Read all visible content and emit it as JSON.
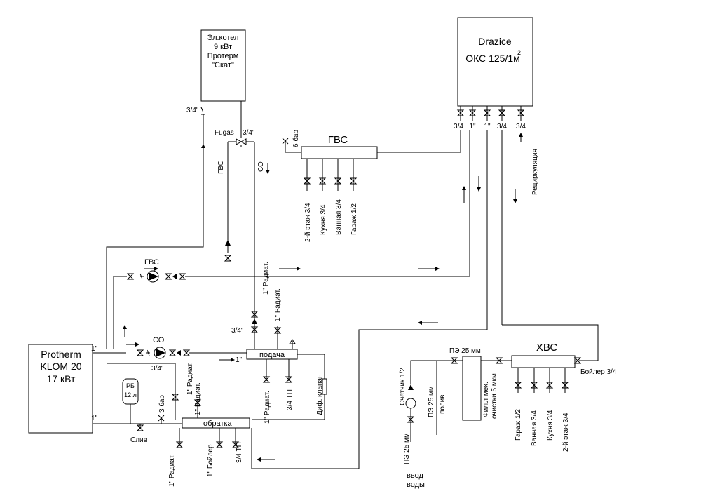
{
  "boiler_electric": {
    "line1": "Эл.котел",
    "line2": "9 кВт",
    "line3": "Протерм",
    "line4": "\"Скат\""
  },
  "boiler_gas": {
    "line1": "Protherm",
    "line2": "KLOM 20",
    "line3": "17 кВт"
  },
  "tank": {
    "line1": "Drazice",
    "line2": "ОКС 125/1м",
    "sup": "2"
  },
  "manifolds": {
    "gvs": "ГВС",
    "hvs": "ХВС",
    "supply": "подача",
    "return": "обратка"
  },
  "labels": {
    "size_3_4_q": "3/4\"",
    "size_1_q": "1\"",
    "size_3_4": "3/4",
    "fugas": "Fugas",
    "gvs": "ГВС",
    "so": "СО",
    "pressure_6": "6 бар",
    "pressure_3": "3 бар",
    "rb_name": "РБ",
    "rb_volume": "12 л",
    "drain": "Слив",
    "diff_valve": "Диф. клапан",
    "recirculation": "Рециркуляция",
    "pe_25": "ПЭ 25 мм",
    "irrigation": "полив",
    "meter": "Счетчик 1/2",
    "filter": "Фильт мех.",
    "filter2": "очистки 5 мкм",
    "boiler_3_4": "Бойлер 3/4",
    "water_in1": "ввод",
    "water_in2": "воды",
    "radiator_1": "1\" Радиат.",
    "tp_3_4": "3/4 ТП",
    "boiler_1": "1\" Бойлер"
  },
  "gvs_outlets": [
    "2-й этаж 3/4",
    "Кухня 3/4",
    "Ванная 3/4",
    "Гараж 1/2"
  ],
  "hvs_outlets": [
    "Гараж 1/2",
    "Ванная 3/4",
    "Кухня 3/4",
    "2-й этаж 3/4"
  ],
  "tank_ports": [
    "3/4",
    "1\"",
    "1\"",
    "3/4",
    "3/4"
  ]
}
